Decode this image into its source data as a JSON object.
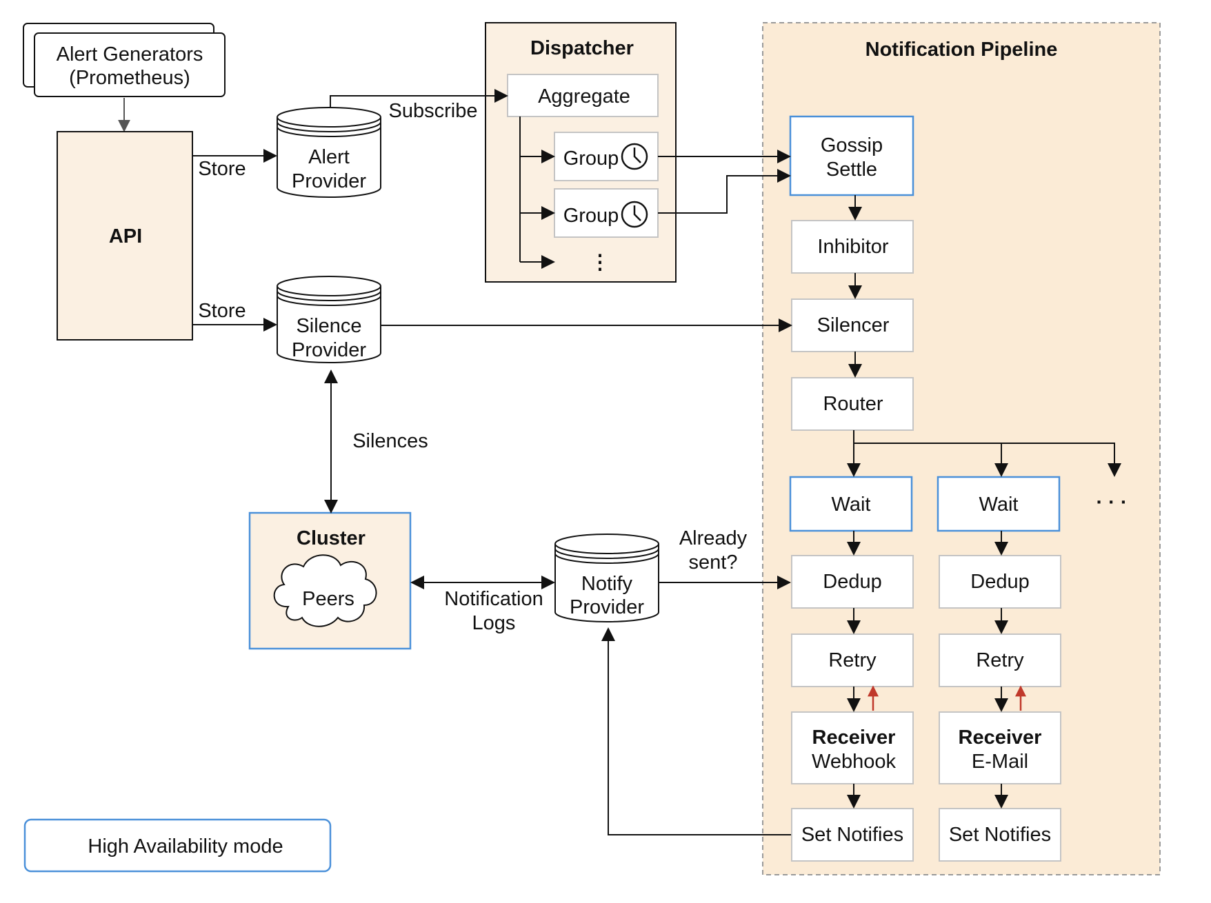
{
  "colors": {
    "beige": "#fbf0e2",
    "pipeline_fill": "#fbebd6",
    "blue_border": "#4a90d9",
    "gray_border": "#c4c4c4",
    "arrow": "#111111",
    "retry_arrow": "#c0392b"
  },
  "alert_generators": {
    "line1": "Alert Generators",
    "line2": "(Prometheus)"
  },
  "api": {
    "label": "API"
  },
  "edges": {
    "store_alerts": "Store",
    "store_silences": "Store",
    "subscribe": "Subscribe",
    "silences": "Silences",
    "notification_logs_1": "Notification",
    "notification_logs_2": "Logs",
    "already_sent_1": "Already",
    "already_sent_2": "sent?"
  },
  "alert_provider": {
    "line1": "Alert",
    "line2": "Provider"
  },
  "silence_provider": {
    "line1": "Silence",
    "line2": "Provider"
  },
  "notify_provider": {
    "line1": "Notify",
    "line2": "Provider"
  },
  "dispatcher": {
    "title": "Dispatcher",
    "aggregate": "Aggregate",
    "groups": [
      "Group",
      "Group"
    ],
    "more": "⋮"
  },
  "cluster": {
    "title": "Cluster",
    "peers": "Peers"
  },
  "pipeline": {
    "title": "Notification Pipeline",
    "gossip_1": "Gossip",
    "gossip_2": "Settle",
    "inhibitor": "Inhibitor",
    "silencer": "Silencer",
    "router": "Router",
    "more": "· · ·",
    "branches": [
      {
        "wait": "Wait",
        "dedup": "Dedup",
        "retry": "Retry",
        "receiver_title": "Receiver",
        "receiver_name": "Webhook",
        "set_notifies": "Set Notifies"
      },
      {
        "wait": "Wait",
        "dedup": "Dedup",
        "retry": "Retry",
        "receiver_title": "Receiver",
        "receiver_name": "E-Mail",
        "set_notifies": "Set Notifies"
      }
    ]
  },
  "legend": {
    "label": "High Availability mode"
  }
}
